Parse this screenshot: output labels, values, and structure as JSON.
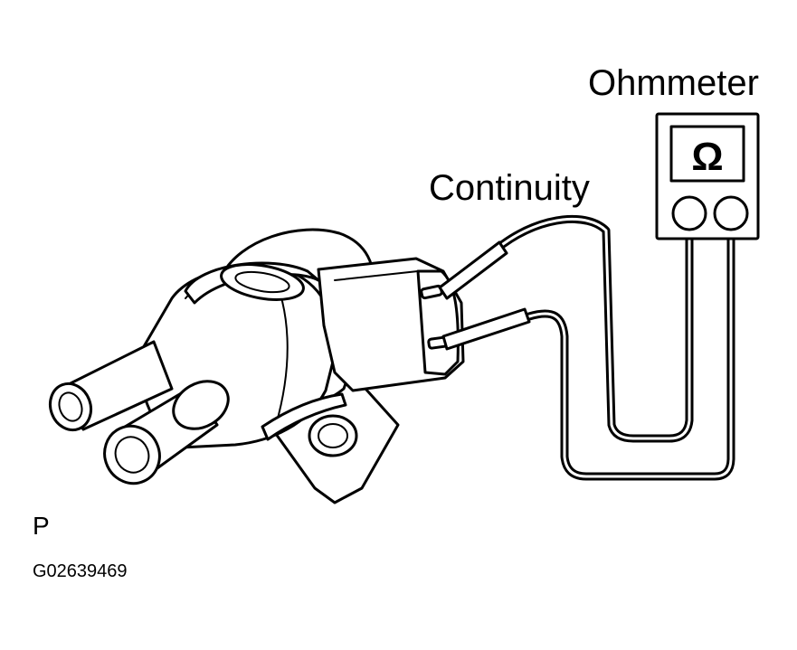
{
  "labels": {
    "meter": "Ohmmeter",
    "test": "Continuity",
    "view_letter": "P",
    "figure_code": "G02639469"
  },
  "meter_symbol": "Ω",
  "icons": [
    "vsv-valve-icon",
    "ohmmeter-icon",
    "probe-icon"
  ],
  "colors": {
    "line": "#000000",
    "background": "#ffffff"
  }
}
